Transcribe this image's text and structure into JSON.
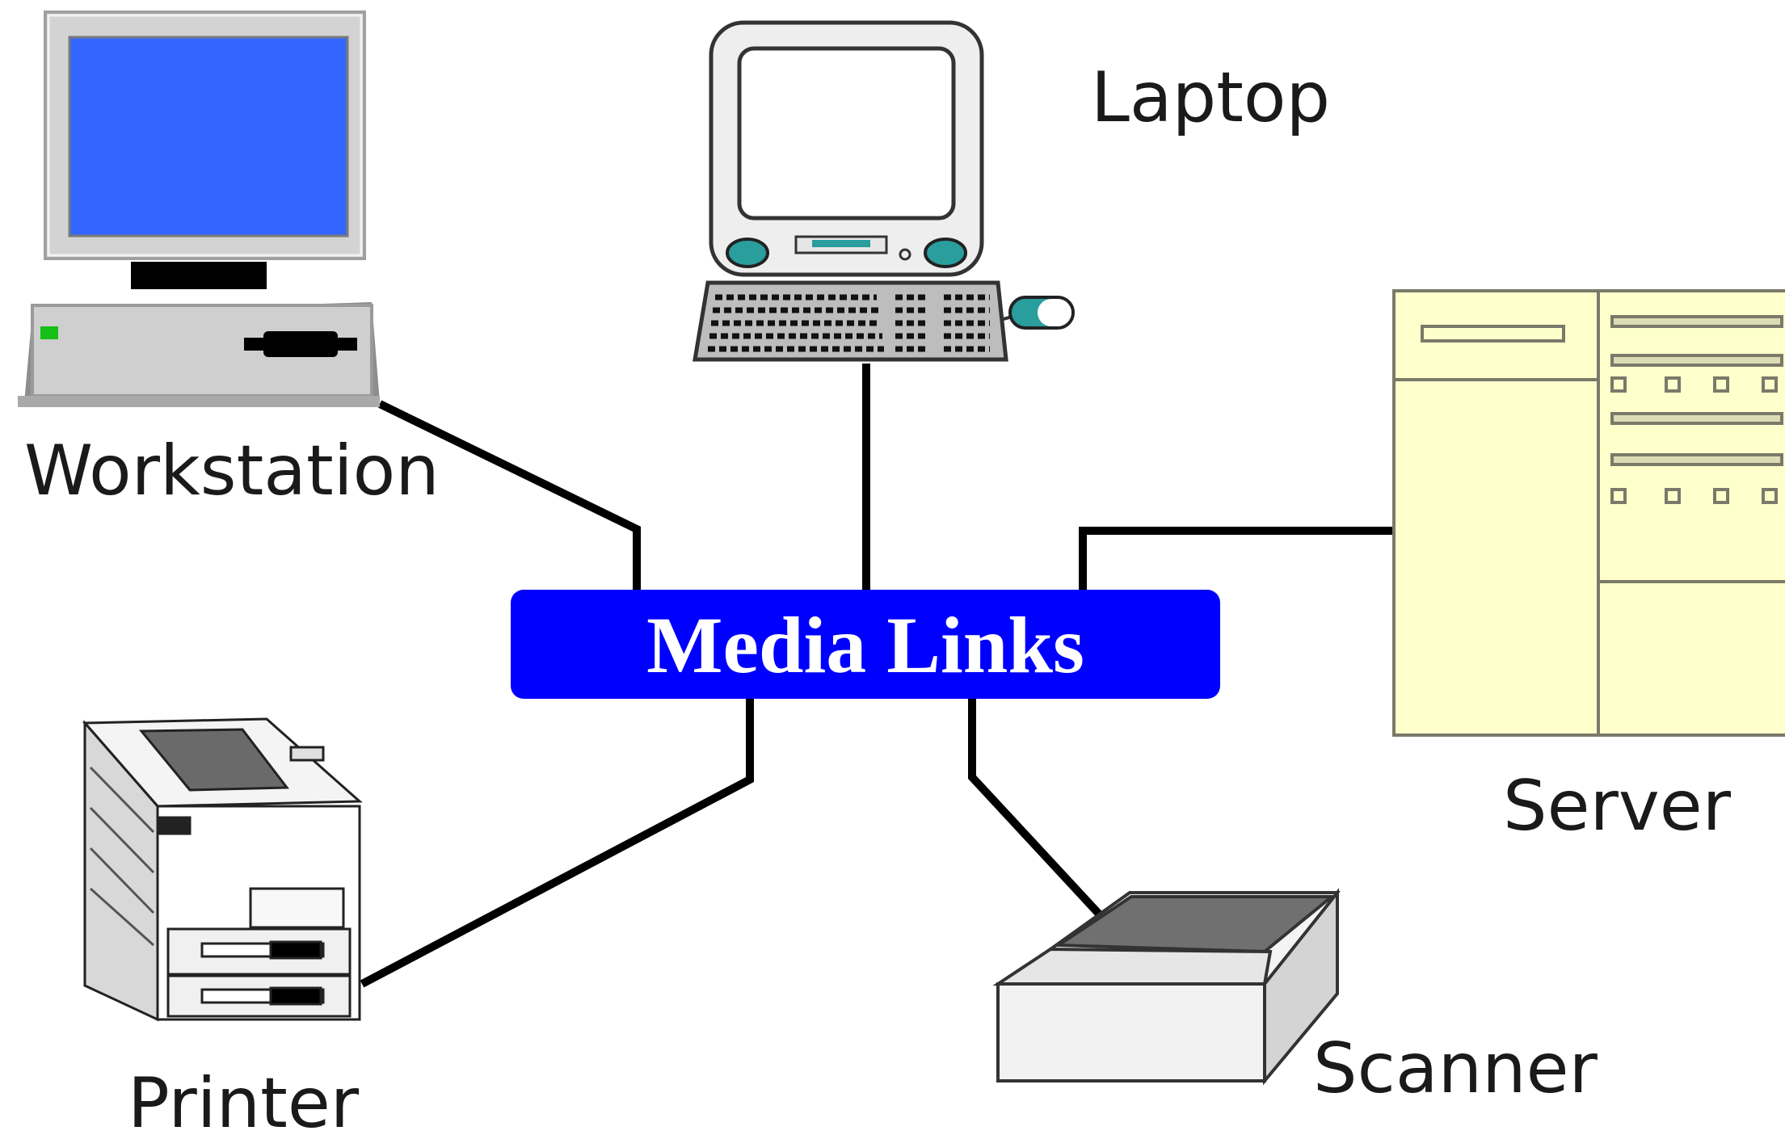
{
  "hub": {
    "label": "Media Links"
  },
  "devices": {
    "workstation": {
      "label": "Workstation",
      "icon": "desktop-computer-icon"
    },
    "laptop": {
      "label": "Laptop",
      "icon": "computer-with-keyboard-icon"
    },
    "server": {
      "label": "Server",
      "icon": "server-cabinet-icon"
    },
    "printer": {
      "label": "Printer",
      "icon": "laser-printer-icon"
    },
    "scanner": {
      "label": "Scanner",
      "icon": "flatbed-scanner-icon"
    }
  },
  "colors": {
    "hub": "#0000ff",
    "workstation_screen": "#3366ff",
    "server_body": "#ffffcc",
    "accent_teal": "#2a9d9d",
    "connector": "#000000"
  }
}
